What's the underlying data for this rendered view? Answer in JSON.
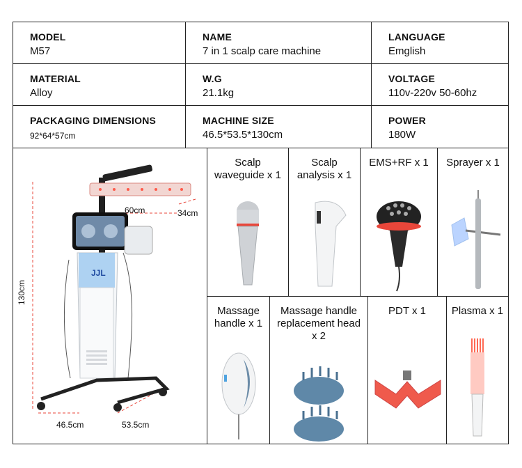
{
  "specs": [
    {
      "label": "MODEL",
      "value": "M57"
    },
    {
      "label": "NAME",
      "value": "7 in 1 scalp care machine"
    },
    {
      "label": "LANGUAGE",
      "value": "Emglish"
    },
    {
      "label": "MATERIAL",
      "value": "Alloy"
    },
    {
      "label": "W.G",
      "value": "21.1kg"
    },
    {
      "label": "VOLTAGE",
      "value": "110v-220v 50-60hz"
    },
    {
      "label": "PACKAGING DIMENSIONS",
      "value": "92*64*57cm"
    },
    {
      "label": "MACHINE SIZE",
      "value": "46.5*53.5*130cm"
    },
    {
      "label": "POWER",
      "value": "180W"
    }
  ],
  "machine": {
    "dims": {
      "width": "60cm",
      "depth": "34cm",
      "height": "130cm",
      "base_a": "46.5cm",
      "base_b": "53.5cm"
    },
    "logo_text": "JJL"
  },
  "accessories": [
    {
      "label_lines": [
        "Scalp",
        "waveguide x 1"
      ],
      "icon": "waveguide-handle-icon"
    },
    {
      "label_lines": [
        "Scalp",
        "analysis x 1"
      ],
      "icon": "analysis-probe-icon"
    },
    {
      "label_lines": [
        "EMS+RF x 1"
      ],
      "icon": "ems-rf-brush-icon"
    },
    {
      "label_lines": [
        "Sprayer x 1"
      ],
      "icon": "sprayer-gun-icon"
    },
    {
      "label_lines": [
        "Massage",
        "handle x 1"
      ],
      "icon": "massage-handle-icon"
    },
    {
      "label_lines": [
        "Massage handle",
        "replacement head",
        "x 2"
      ],
      "icon": "replacement-head-icon"
    },
    {
      "label_lines": [
        "PDT x 1"
      ],
      "icon": "pdt-panel-icon"
    },
    {
      "label_lines": [
        "Plasma x 1"
      ],
      "icon": "plasma-comb-icon"
    }
  ],
  "colors": {
    "border": "#222222",
    "accent_red": "#e8463a",
    "accent_blue": "#4fa3e0"
  }
}
